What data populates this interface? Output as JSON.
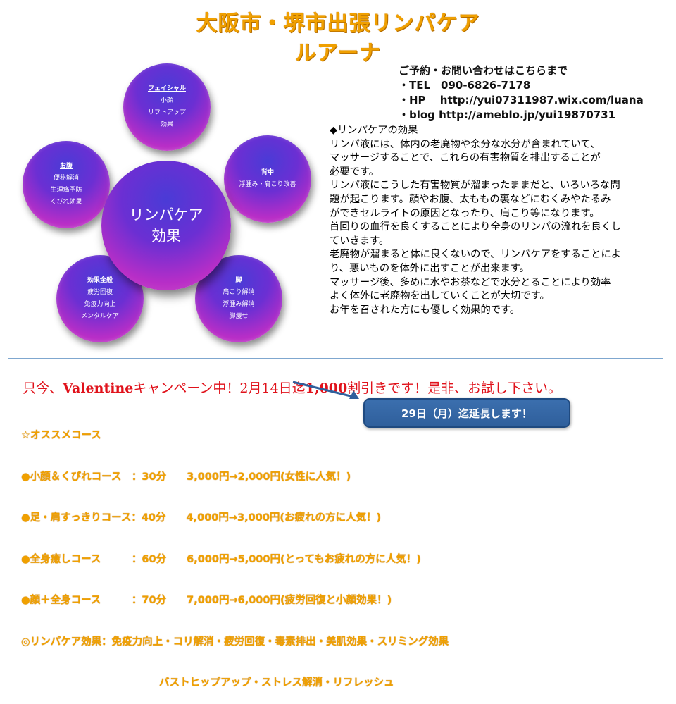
{
  "header": {
    "title_line1": "大阪市・堺市出張リンパケア",
    "title_line2": "ルアーナ"
  },
  "contact": {
    "heading": "ご予約・お問い合わせはこちらまで",
    "tel": "・TEL　090-6826-7178",
    "hp": "・HP　 http://yui07311987.wix.com/luana",
    "blog": "・blog  http://ameblo.jp/yui19870731"
  },
  "diagram": {
    "center": {
      "line1": "リンパケア",
      "line2": "効果"
    },
    "facial": {
      "title": "フェイシャル",
      "items": [
        "小顔",
        "リフトアップ",
        "効果"
      ]
    },
    "back": {
      "title": "背中",
      "items": [
        "浮腫み・肩こり改善"
      ]
    },
    "belly": {
      "title": "お腹",
      "items": [
        "便秘解消",
        "生理痛予防",
        "くびれ効果"
      ]
    },
    "overall": {
      "title": "効果全般",
      "items": [
        "疲労回復",
        "免疫力向上",
        "メンタルケア"
      ]
    },
    "legs": {
      "title": "脚",
      "items": [
        "肩こり解消",
        "浮腫み解消",
        "脚痩せ"
      ]
    }
  },
  "description": "◆リンパケアの効果\nリンパ液には、体内の老廃物や余分な水分が含まれていて、\nマッサージすることで、これらの有害物質を排出することが\n必要です。\nリンパ液にこうした有害物質が溜まったままだと、いろいろな問\n題が起こります。顔やお腹、太ももの裏などにむくみやたるみ\nができセルライトの原因となったり、肩こり等になります。\n 首回りの血行を良くすることにより全身のリンパの流れを良くし\nていきます。\n老廃物が溜まると体に良くないので、リンパケアをすることによ\nり、悪いものを体外に出すことが出来ます。\nマッサージ後、多めに水やお茶などで水分とることにより効率\nよく体外に老廃物を出していくことが大切です。\nお年を召された方にも優しく効果的です。",
  "campaign": {
    "part1": "只今、",
    "part2": "Valentine",
    "part3": "キャンペーン中！2月",
    "struck": "14日迄",
    "part4": "1,000",
    "part5": "割引きです！是非、お試し下さい。",
    "callout": "29日（月）迄延長します！"
  },
  "courses": {
    "heading": "☆オススメコース",
    "items": [
      "●小顔＆くびれコース　：30分　　3,000円→2,000円(女性に人気！)",
      "●足・肩すっきりコース：40分　　4,000円→3,000円(お疲れの方に人気！)",
      "●全身癒しコース　　　：60分　　6,000円→5,000円(とってもお疲れの方に人気！)",
      "●顔＋全身コース　　　：70分　　7,000円→6,000円(疲労回復と小顔効果！)"
    ],
    "effects_line1": "◎リンパケア効果：免疫力向上・コリ解消・疲労回復・毒素排出・美肌効果・スリミング効果",
    "effects_line2": "バストヒップアップ・ストレス解消・リフレッシュ"
  }
}
